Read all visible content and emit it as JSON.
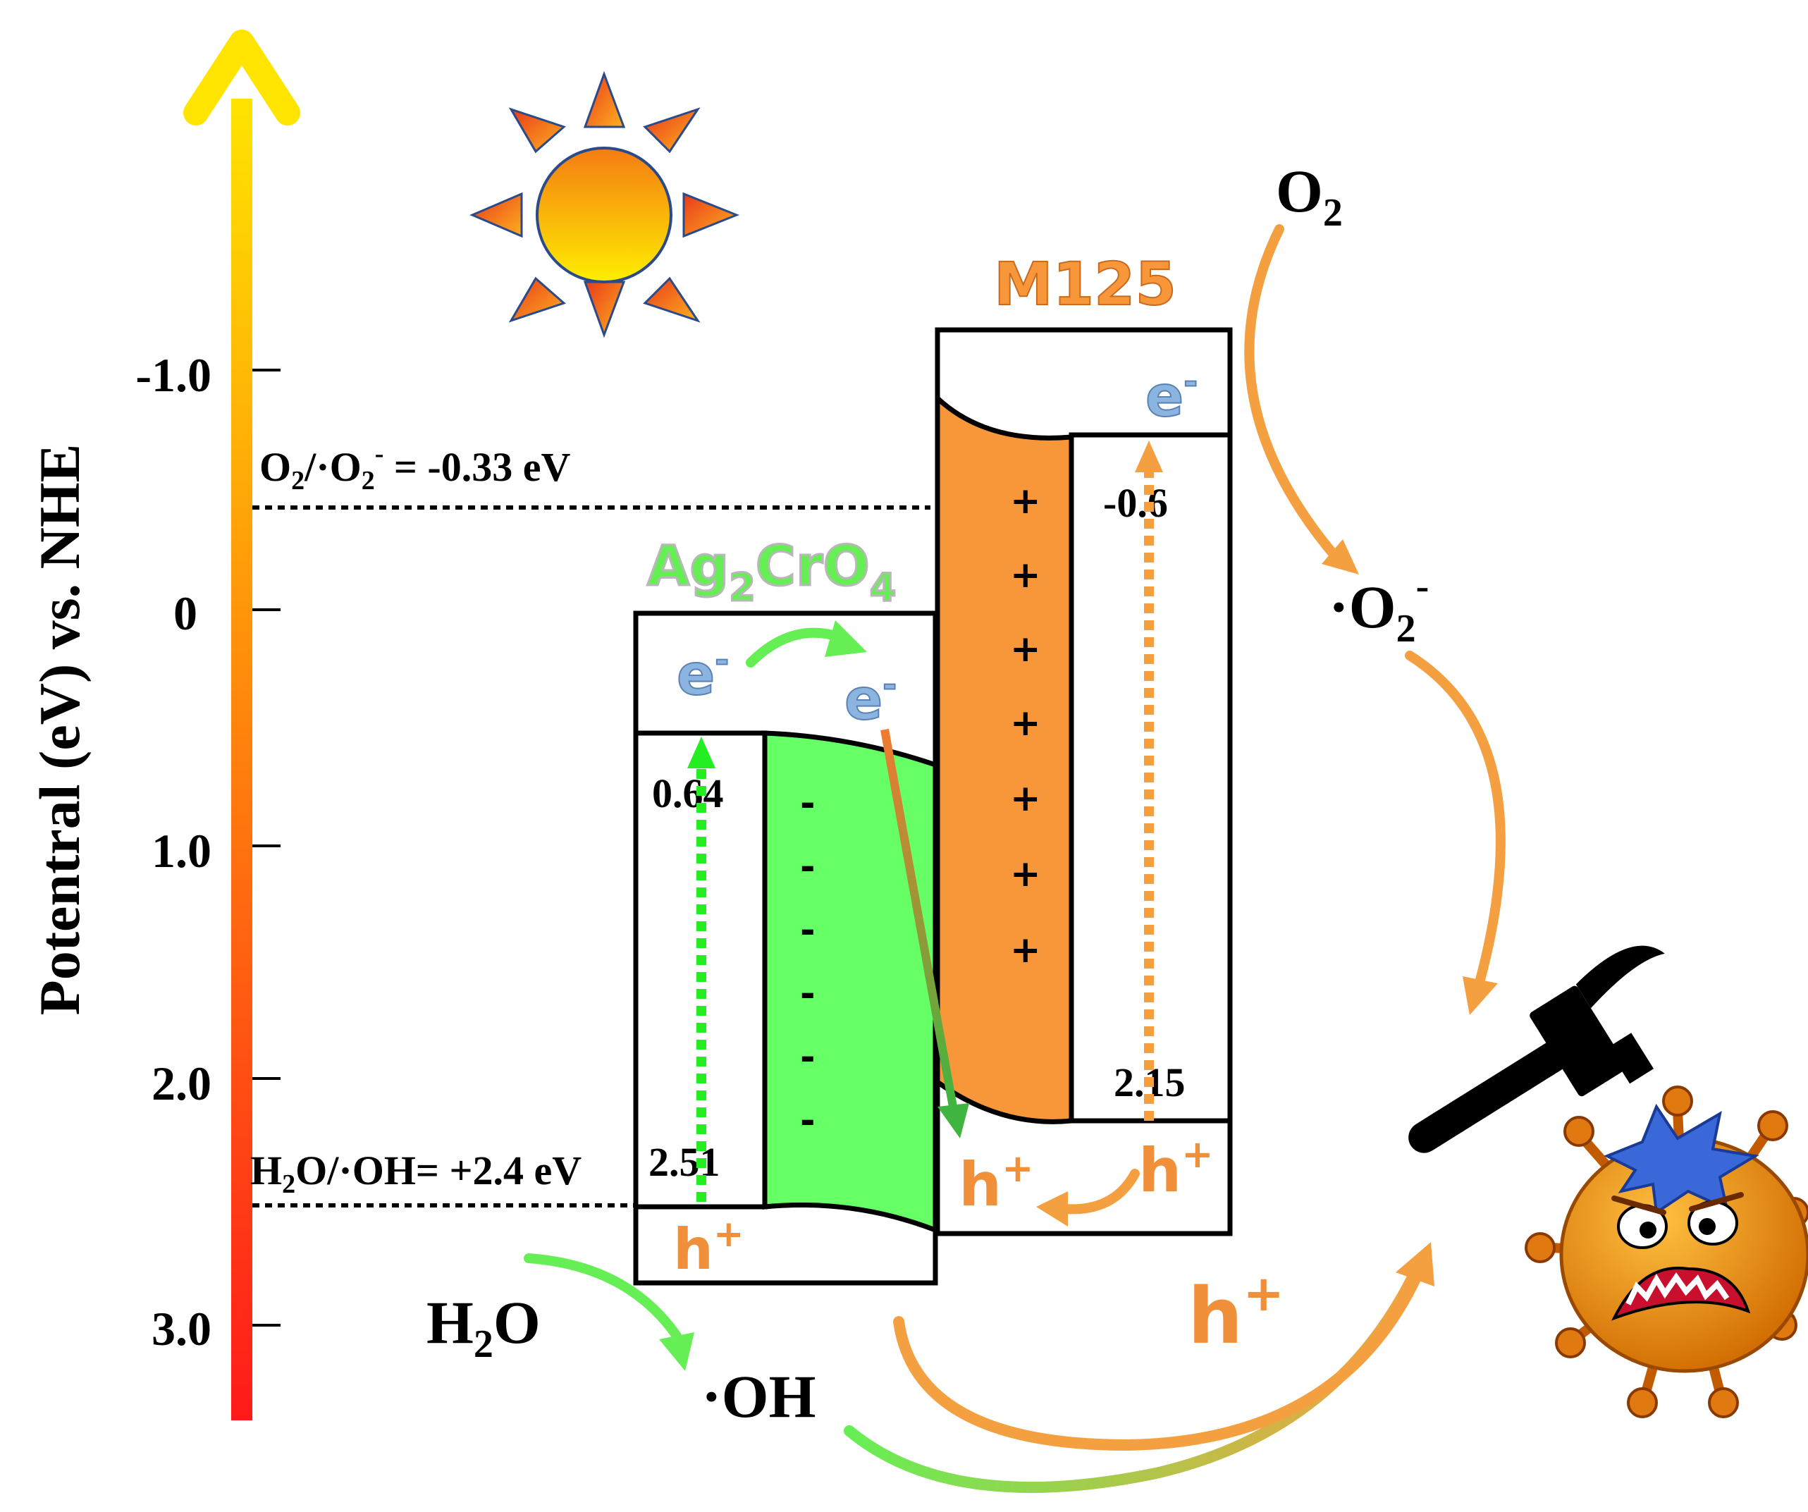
{
  "axis": {
    "label": "Potentral (eV) vs. NHE",
    "ticks": [
      "-1.0",
      "0",
      "1.0",
      "2.0",
      "3.0"
    ]
  },
  "reference_levels": {
    "o2": {
      "main": "O",
      "sub": "2",
      "mid": "/·O",
      "sub2": "2",
      "sup": "-",
      "tail": " = -0.33 eV"
    },
    "h2o": {
      "main": "H",
      "sub": "2",
      "tail": "O/·OH= +2.4 eV"
    }
  },
  "materials": {
    "ag2cro4": {
      "name": "Ag",
      "sub1": "2",
      "mid": "CrO",
      "sub2": "4",
      "cb": "0.64",
      "vb": "2.51",
      "color": "#66ff66"
    },
    "m125": {
      "name": "M125",
      "cb": "-0.6",
      "vb": "2.15",
      "color": "#f7973a"
    }
  },
  "carriers": {
    "electron": "e",
    "electron_sup": "-",
    "hole": "h",
    "hole_sup": "+",
    "plus": "+",
    "minus": "-"
  },
  "species": {
    "o2": {
      "main": "O",
      "sub": "2"
    },
    "superoxide": {
      "pre": "·O",
      "sub": "2",
      "sup": "-"
    },
    "water": {
      "main": "H",
      "sub": "2",
      "tail": "O"
    },
    "hydroxyl": "·OH"
  },
  "colors": {
    "axis_top": "#ffe400",
    "axis_bottom": "#ff1a1a",
    "green_arrow": "#66ee55",
    "orange_arrow": "#f5a040",
    "electron": "#8cb4e0"
  },
  "icons": [
    "sun-icon",
    "hammer-icon",
    "bacterium-icon"
  ]
}
